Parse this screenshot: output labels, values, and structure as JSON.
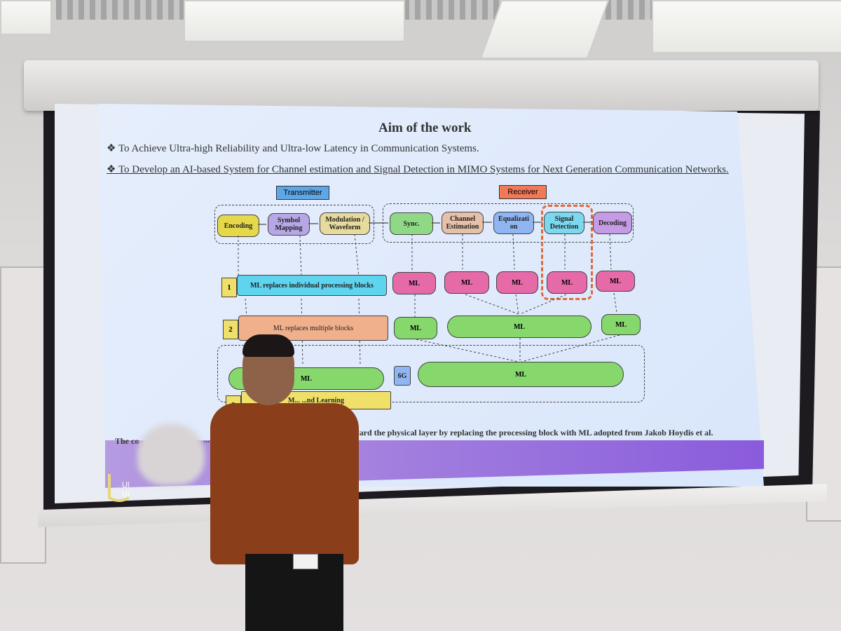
{
  "slide": {
    "title": "Aim of the work",
    "bullets": [
      "To Achieve Ultra-high Reliability and Ultra-low Latency in Communication Systems.",
      "To Develop an AI-based System for Channel estimation and Signal Detection in MIMO Systems for Next Generation Communication Networks."
    ],
    "diagram": {
      "transmitter_label": "Transmitter",
      "receiver_label": "Receiver",
      "blocks": [
        "Encoding",
        "Symbol Mapping",
        "Modulation / Waveform",
        "Sync.",
        "Channel Estimation",
        "Equalizati on",
        "Signal Detection",
        "Decoding"
      ],
      "level1_num": "1",
      "level1_label": "ML replaces individual processing blocks",
      "level2_num": "2",
      "level2_label": "ML replaces multiple blocks",
      "level3_num": "3",
      "level3_label": "M... ...nd Learning",
      "ml": "ML",
      "sixg": "6G"
    },
    "caption_left": "The co",
    "caption_mid": "...-to-e",
    "caption_right": "toward the physical layer by replacing the processing block with ML adopted from Jakob Hoydis et al.",
    "logo_text": "Ul Ur"
  },
  "colors": {
    "encoding": "#e5d84a",
    "symbol": "#b7a7e6",
    "modulation": "#e6db9c",
    "sync": "#8fd986",
    "channel": "#e6c0a8",
    "equalization": "#8fb5f2",
    "signal": "#7ad8ef",
    "decoding": "#c59be6",
    "ml_pink": "#e66aa8",
    "ml_green": "#86d86c",
    "transmitter_tag": "#5ea7e6",
    "receiver_tag": "#f07a58",
    "level1": "#5fd4ef",
    "level2": "#f0b08c",
    "level3": "#f0e06a"
  }
}
